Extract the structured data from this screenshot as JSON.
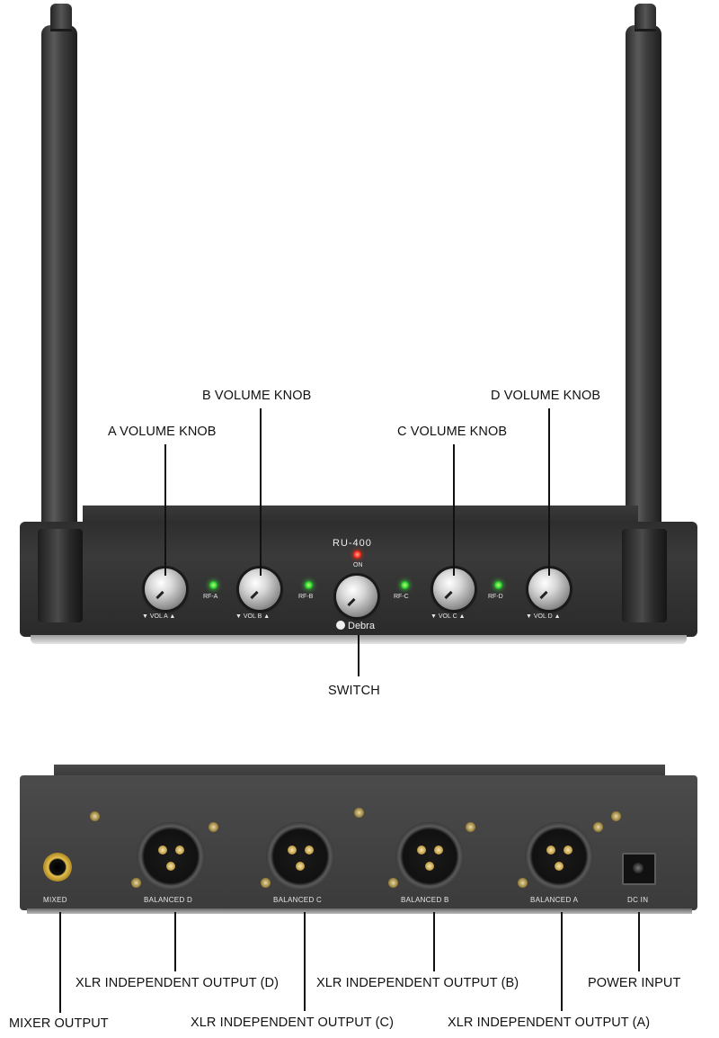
{
  "callouts": {
    "vol_a": "A VOLUME KNOB",
    "vol_b": "B VOLUME KNOB",
    "vol_c": "C VOLUME KNOB",
    "vol_d": "D VOLUME KNOB",
    "switch": "SWITCH",
    "mixer_output": "MIXER OUTPUT",
    "xlr_d": "XLR INDEPENDENT OUTPUT (D)",
    "xlr_c": "XLR INDEPENDENT OUTPUT (C)",
    "xlr_b": "XLR INDEPENDENT OUTPUT (B)",
    "xlr_a": "XLR INDEPENDENT OUTPUT (A)",
    "power_input": "POWER INPUT"
  },
  "front_panel": {
    "model": "RU-400",
    "power_led_label": "ON",
    "brand": "Debra",
    "rf_labels": [
      "RF-A",
      "RF-B",
      "RF-C",
      "RF-D"
    ],
    "vol_labels": [
      "VOL A",
      "VOL B",
      "VOL C",
      "VOL D"
    ],
    "led_colors": {
      "rf": "#2ed12e",
      "power": "#ff2a1a"
    }
  },
  "rear_panel": {
    "labels": {
      "mixed": "MIXED",
      "balanced_d": "BALANCED D",
      "balanced_c": "BALANCED C",
      "balanced_b": "BALANCED B",
      "balanced_a": "BALANCED A",
      "dc_in": "DC IN"
    }
  }
}
